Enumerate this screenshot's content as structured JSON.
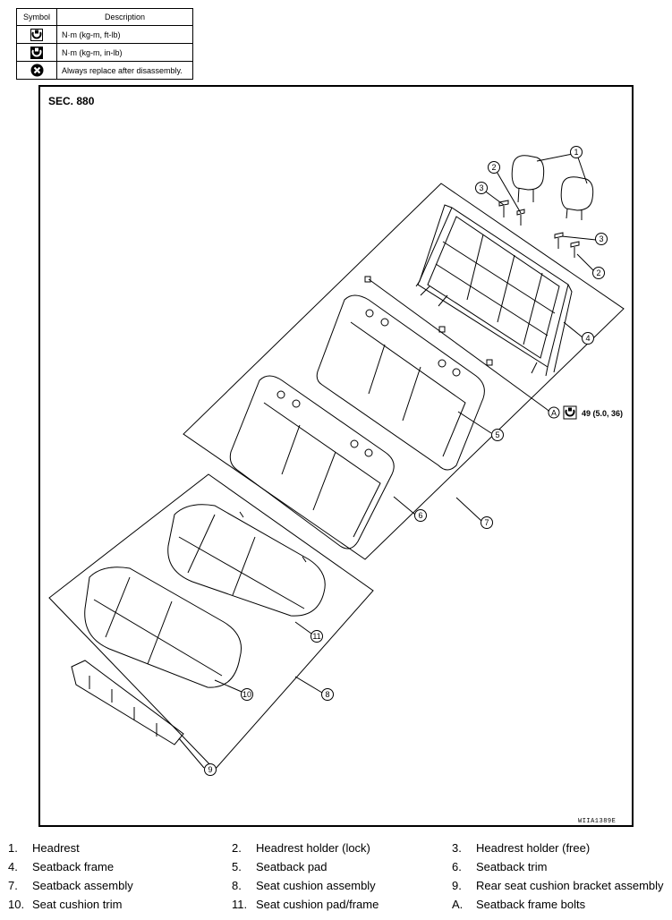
{
  "legend": {
    "header_symbol": "Symbol",
    "header_description": "Description",
    "rows": [
      {
        "icon": "torque-wrench-icon",
        "description": "N·m (kg-m, ft-lb)"
      },
      {
        "icon": "torque-wrench-small-icon",
        "description": "N·m (kg-m, in-lb)"
      },
      {
        "icon": "always-replace-icon",
        "description": "Always replace after disassembly."
      }
    ]
  },
  "section_label": "SEC. 880",
  "figure_id": "WIIA1389E",
  "torque_callout": {
    "letter": "A",
    "value": "49 (5.0, 36)"
  },
  "callout_numbers": [
    "1",
    "2",
    "3",
    "3",
    "2",
    "4",
    "5",
    "6",
    "7",
    "11",
    "10",
    "8",
    "9"
  ],
  "parts": [
    {
      "num": "1.",
      "name": "Headrest"
    },
    {
      "num": "2.",
      "name": "Headrest holder (lock)"
    },
    {
      "num": "3.",
      "name": "Headrest holder (free)"
    },
    {
      "num": "4.",
      "name": "Seatback frame"
    },
    {
      "num": "5.",
      "name": "Seatback pad"
    },
    {
      "num": "6.",
      "name": "Seatback trim"
    },
    {
      "num": "7.",
      "name": "Seatback assembly"
    },
    {
      "num": "8.",
      "name": "Seat cushion assembly"
    },
    {
      "num": "9.",
      "name": "Rear seat cushion bracket assembly"
    },
    {
      "num": "10.",
      "name": "Seat cushion trim"
    },
    {
      "num": "11.",
      "name": "Seat cushion pad/frame"
    },
    {
      "num": "A.",
      "name": "Seatback frame bolts"
    }
  ]
}
